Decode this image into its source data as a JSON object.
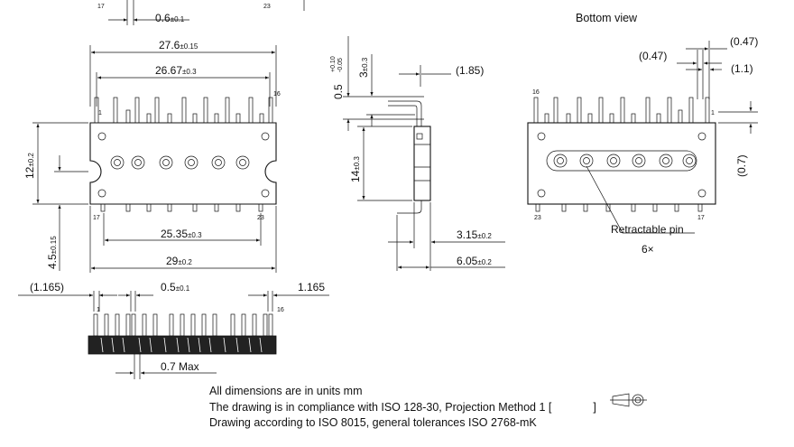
{
  "top_view": {
    "dim_pitch": "0.6",
    "dim_pitch_tol": "±0.1",
    "dim_overall_pins": "27.6",
    "dim_overall_pins_tol": "±0.15",
    "dim_inner_pins": "26.67",
    "dim_inner_pins_tol": "±0.3",
    "dim_height": "12",
    "dim_height_tol": "±0.2",
    "dim_offset": "4.5",
    "dim_offset_tol": "±0.15",
    "dim_bottom_pins": "25.35",
    "dim_bottom_pins_tol": "±0.3",
    "dim_width": "29",
    "dim_width_tol": "±0.2",
    "pin_17": "17",
    "pin_23": "23",
    "pin_1": "1",
    "pin_16": "16"
  },
  "side_view": {
    "dim_pin_thk": "0.5",
    "dim_pin_thk_tol_plus": "+0.10",
    "dim_pin_thk_tol_minus": "-0.05",
    "dim_pin_len": "3",
    "dim_pin_len_tol": "±0.3",
    "dim_bend": "(1.85)",
    "dim_body": "14",
    "dim_body_tol": "±0.3",
    "dim_thick1": "3.15",
    "dim_thick1_tol": "±0.2",
    "dim_thick2": "6.05",
    "dim_thick2_tol": "±0.2"
  },
  "bottom_view": {
    "title": "Bottom view",
    "dim_a": "(0.47)",
    "dim_b": "(0.47)",
    "dim_c": "(1.1)",
    "dim_d": "(0.7)",
    "retract_label": "Retractable pin",
    "retract_count": "6×",
    "pin_16": "16",
    "pin_1": "1",
    "pin_23": "23",
    "pin_17": "17"
  },
  "front_view": {
    "dim_left": "(1.165)",
    "dim_pitch": "0.5",
    "dim_pitch_tol": "±0.1",
    "dim_right": "1.165",
    "dim_max": "0.7 Max",
    "pin_1": "1",
    "pin_16": "16"
  },
  "notes": [
    "All dimensions are in units mm",
    "The drawing is in compliance with ISO 128-30, Projection Method 1 [",
    "Drawing according to ISO 8015, general tolerances ISO 2768-mK"
  ],
  "notes_suffix": "]"
}
